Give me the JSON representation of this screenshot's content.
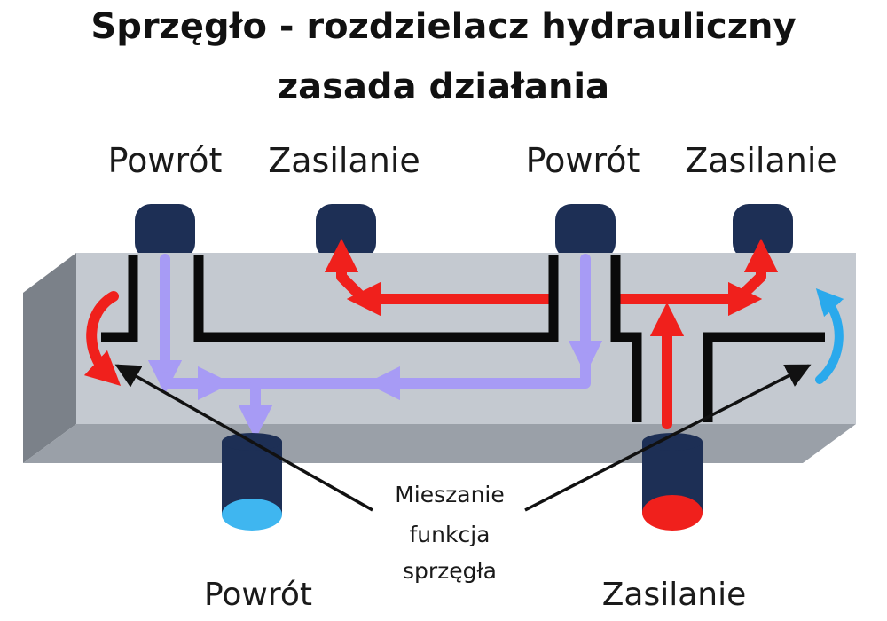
{
  "title": {
    "line1": "Sprzęgło - rozdzielacz hydrauliczny",
    "line2": "zasada działania"
  },
  "labels": {
    "top_left_return": "Powrót",
    "top_left_supply": "Zasilanie",
    "top_right_return": "Powrót",
    "top_right_supply": "Zasilanie",
    "bottom_return": "Powrót",
    "bottom_supply": "Zasilanie"
  },
  "annotation": {
    "line1": "Mieszanie",
    "line2": "funkcja",
    "line3": "sprzęgła"
  },
  "colors": {
    "body_front": "#c4c9d0",
    "body_top": "#9aa0a8",
    "body_side": "#7b8189",
    "pipe_dark": "#1d2f55",
    "return_flow": "#a79bf5",
    "supply_flow": "#f0201c",
    "cold_cap": "#3fb6f0",
    "hot_cap": "#f0201c",
    "wall": "#0a0a0a",
    "mix_cold": "#2aa9ec"
  },
  "icons": [
    "flow-arrow",
    "mixing-arrow",
    "pipe-connector"
  ]
}
